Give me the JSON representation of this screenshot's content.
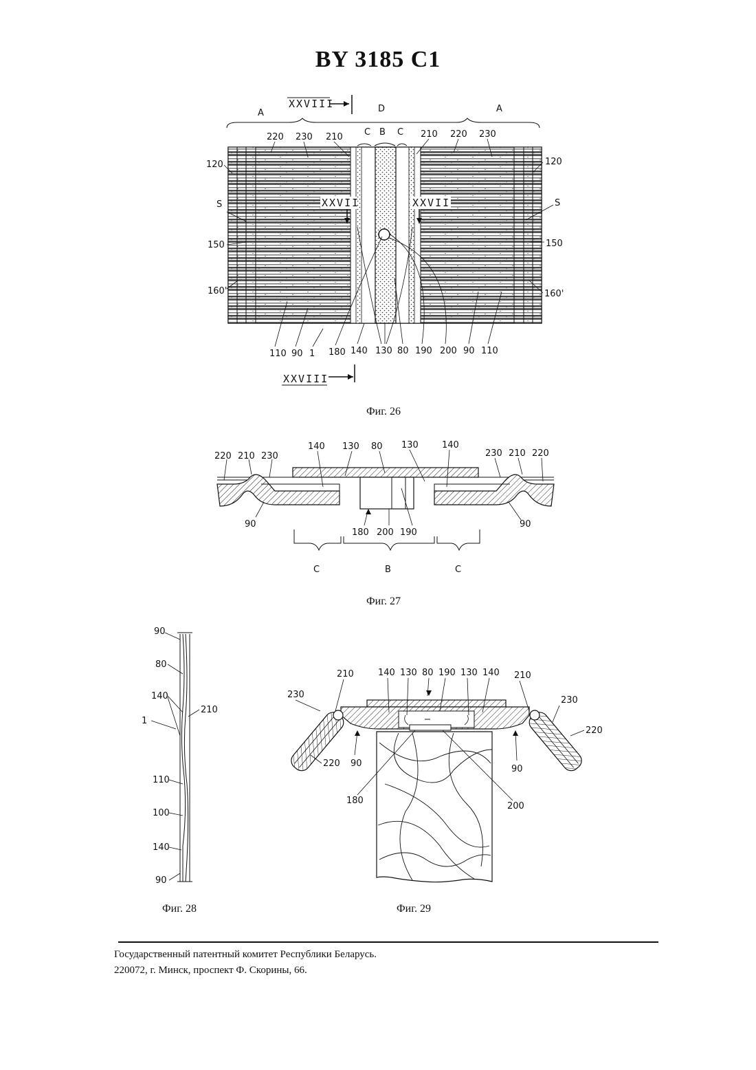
{
  "header": {
    "title": "BY 3185 C1"
  },
  "fig26": {
    "caption": "Фиг. 26",
    "section_labels": [
      "XXVIII",
      "XXVII"
    ],
    "zone_labels": {
      "A": "A",
      "B": "B",
      "C": "C",
      "D": "D",
      "S": "S"
    },
    "top_labels": [
      "220",
      "230",
      "210",
      "210",
      "220",
      "230"
    ],
    "side_labels": [
      "120",
      "150",
      "160'"
    ],
    "bottom_labels": [
      "110",
      "90",
      "1",
      "180",
      "140",
      "130",
      "80",
      "190",
      "200",
      "90",
      "110"
    ]
  },
  "fig27": {
    "caption": "Фиг. 27",
    "labels": [
      "220",
      "210",
      "230",
      "140",
      "130",
      "80",
      "130",
      "140",
      "230",
      "210",
      "220",
      "90",
      "180",
      "200",
      "190",
      "90"
    ],
    "zones": [
      "C",
      "B",
      "C"
    ]
  },
  "fig28": {
    "caption": "Фиг. 28",
    "labels": [
      "90",
      "80",
      "140",
      "210",
      "1",
      "110",
      "100",
      "140",
      "90"
    ]
  },
  "fig29": {
    "caption": "Фиг. 29",
    "labels": [
      "210",
      "140",
      "130",
      "80",
      "190",
      "130",
      "140",
      "210",
      "230",
      "230",
      "220",
      "220",
      "90",
      "90",
      "180",
      "200"
    ]
  },
  "footer": {
    "line1": "Государственный патентный комитет Республики Беларусь.",
    "line2": "220072, г. Минск, проспект Ф. Скорины, 66."
  }
}
